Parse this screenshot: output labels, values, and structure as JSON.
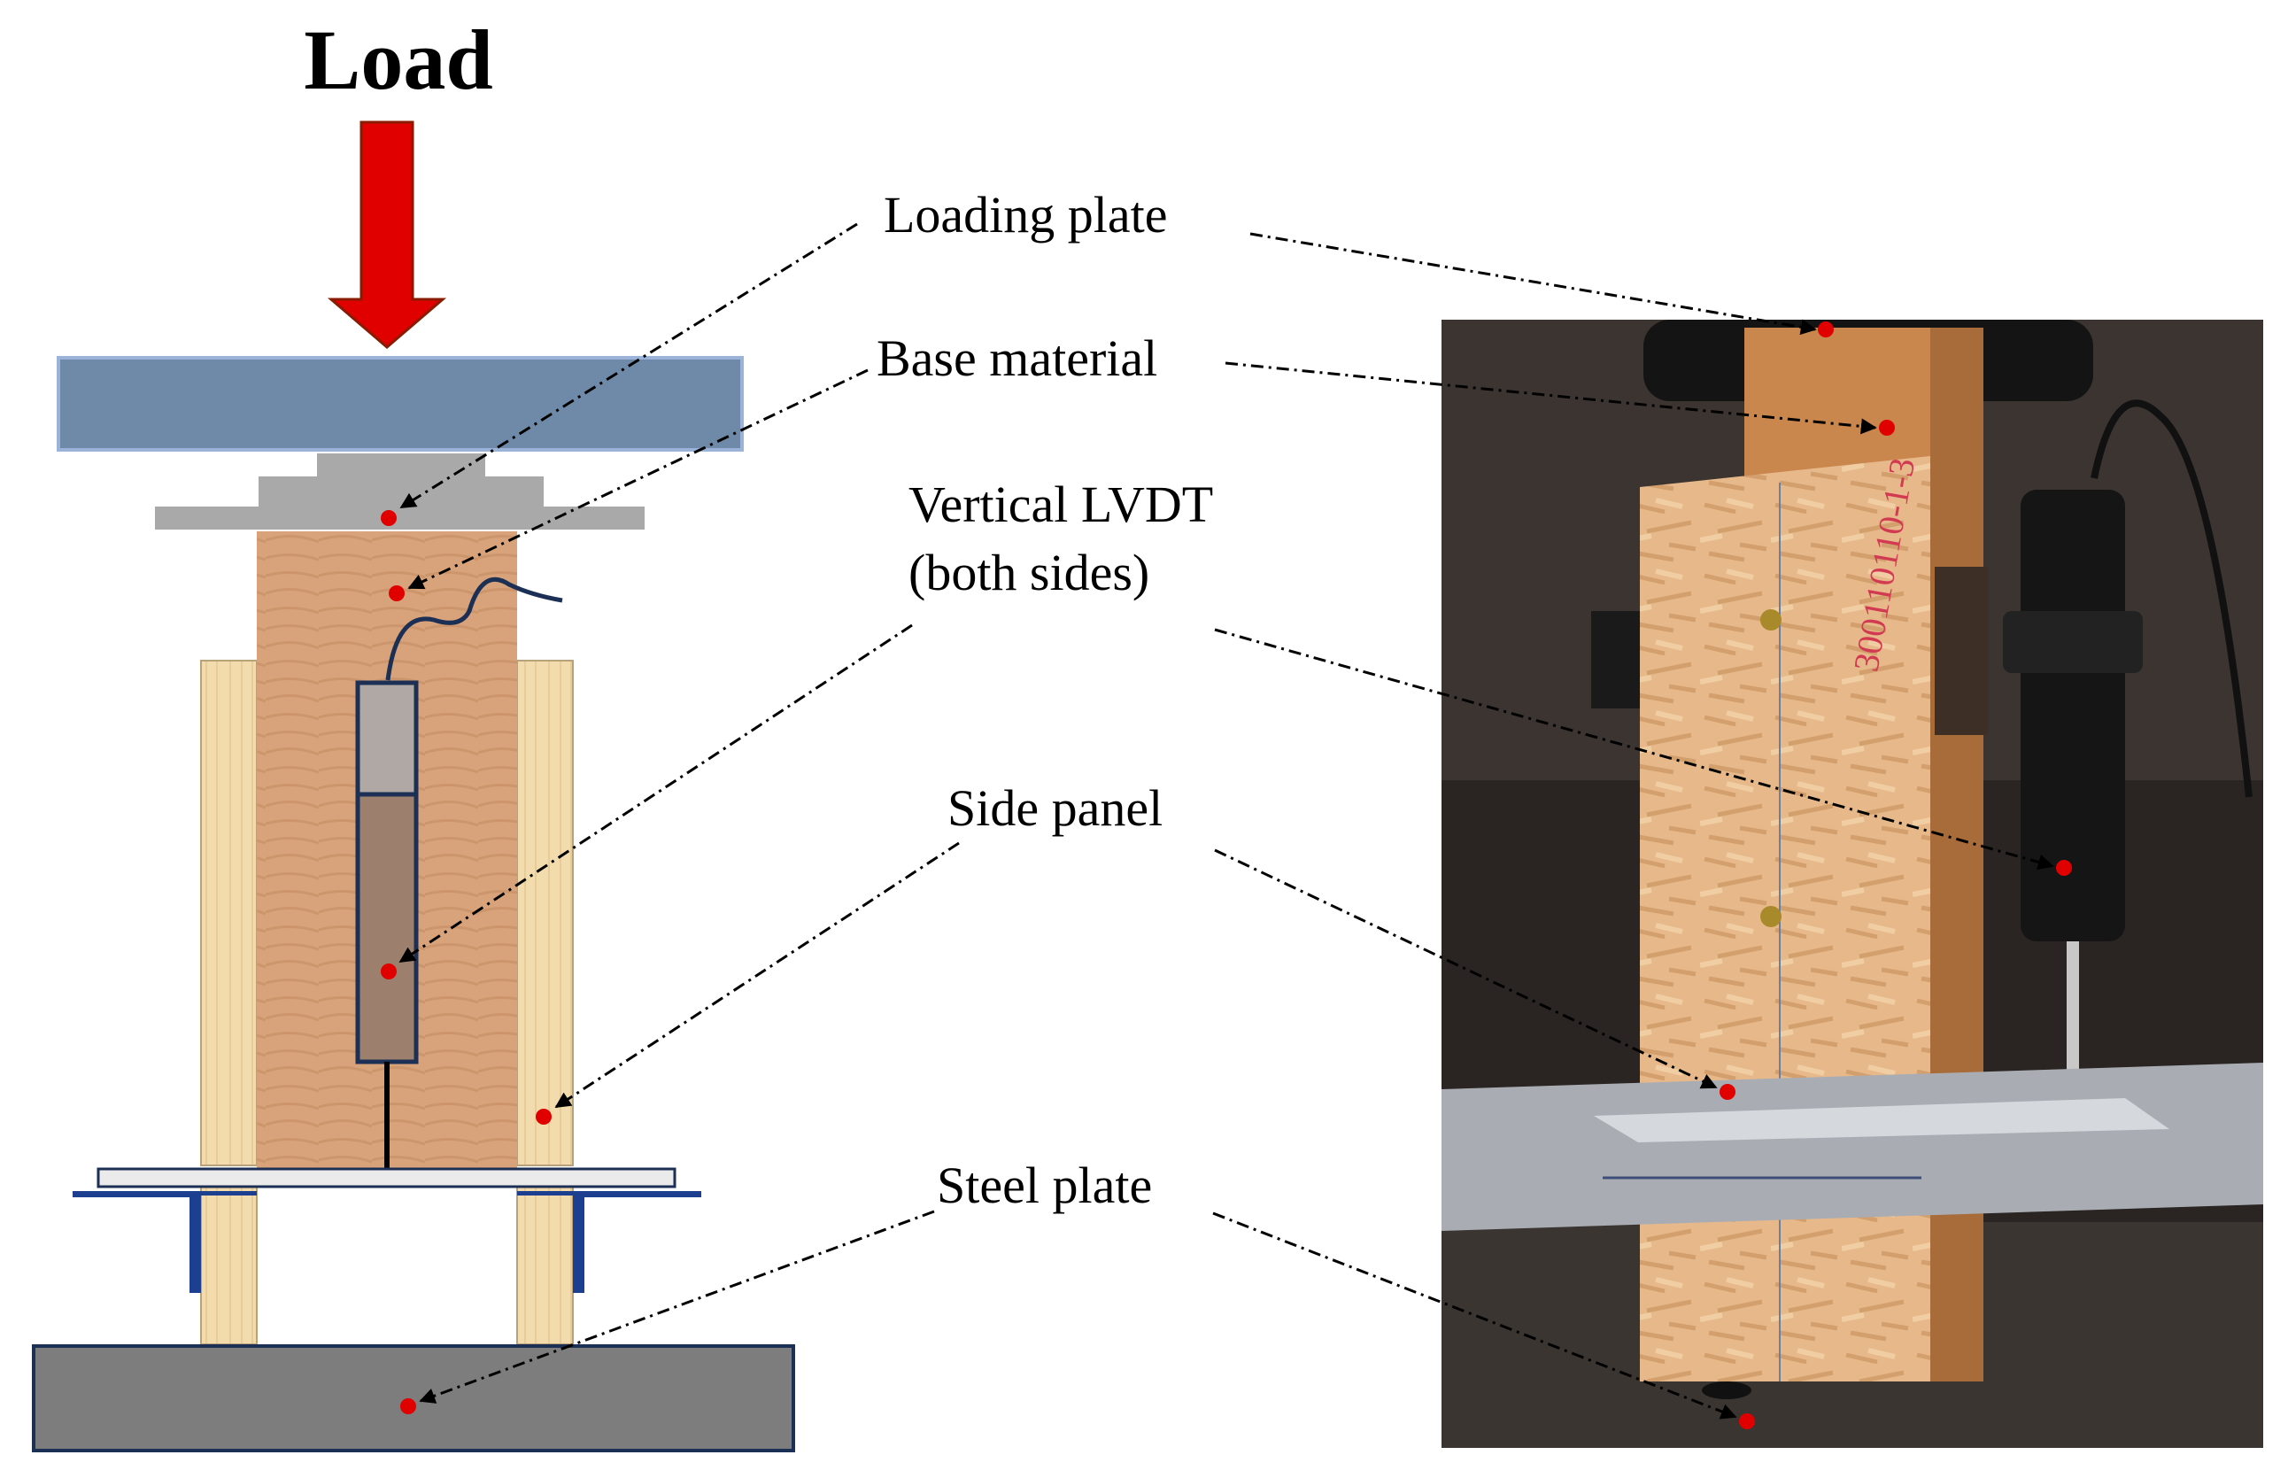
{
  "title": "Load",
  "labels": {
    "loading_plate": "Loading plate",
    "base_material": "Base material",
    "vertical_lvdt_line1": "Vertical LVDT",
    "vertical_lvdt_line2": "(both sides)",
    "side_panel": "Side panel",
    "steel_plate": "Steel plate"
  },
  "photo_specimen_marking": "300110110-1-3",
  "colors": {
    "load_arrow": "#e00000",
    "loading_beam": "#6f8aa8",
    "loading_plate": "#a9a9a9",
    "base_material_wood": "#d8a37a",
    "side_panel_wood": "#f2dcad",
    "steel_bracket": "#1c3f8f",
    "steel_plate": "#7d7d7d",
    "marker_dot": "#e00000",
    "leader_line": "#000000"
  },
  "icons": [
    "load-arrow-icon",
    "marker-dot-icon",
    "leader-arrow-icon"
  ]
}
